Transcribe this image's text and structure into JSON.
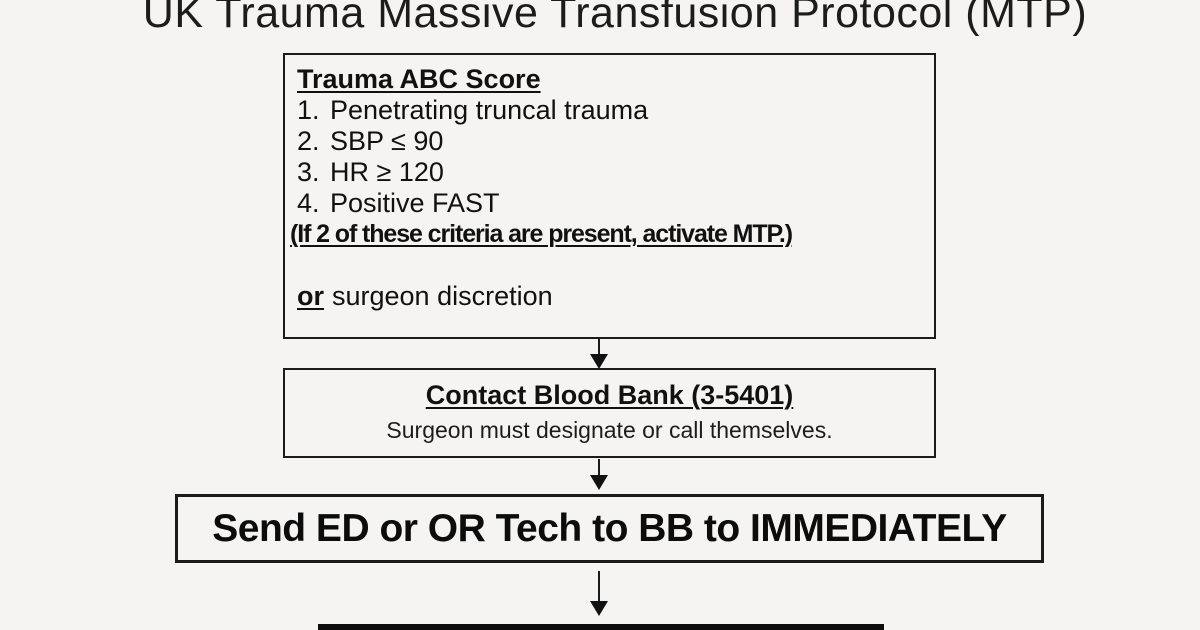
{
  "title": "UK Trauma Massive Transfusion Protocol (MTP)",
  "flowchart": {
    "trauma_box": {
      "heading": "Trauma ABC Score",
      "items": [
        {
          "num": "1.",
          "text": "Penetrating truncal trauma"
        },
        {
          "num": "2.",
          "text": "SBP ≤ 90"
        },
        {
          "num": "3.",
          "text": "HR ≥ 120"
        },
        {
          "num": "4.",
          "text": "Positive FAST"
        }
      ],
      "activation_note": "(If 2 of these criteria are present, activate MTP.)",
      "or_label": "or",
      "or_text": "surgeon discretion"
    },
    "contact_box": {
      "heading": "Contact Blood Bank (3-5401)",
      "subtext": "Surgeon must designate or call themselves."
    },
    "send_box": {
      "label": "Send ED or OR Tech to BB to IMMEDIATELY"
    }
  },
  "colors": {
    "background": "#f5f4f2",
    "box_fill": "#f5f4f2",
    "border": "#1b1b1b",
    "text": "#111111"
  }
}
